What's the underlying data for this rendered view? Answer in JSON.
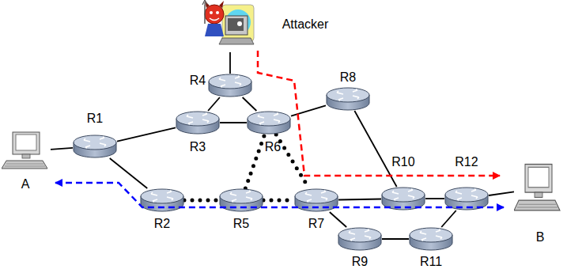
{
  "diagram": {
    "nodes": [
      {
        "text": [
          "Attacker"
        ]
      },
      {
        "text": [
          "R4"
        ]
      },
      {
        "text": [
          "R8"
        ]
      },
      {
        "text": [
          "R3"
        ]
      },
      {
        "text": [
          "R6"
        ]
      },
      {
        "text": [
          "A"
        ]
      },
      {
        "text": [
          "R1"
        ]
      },
      {
        "text": [
          "R10"
        ]
      },
      {
        "text": [
          "R12"
        ]
      },
      {
        "text": [
          "B"
        ]
      },
      {
        "text": [
          "R2"
        ]
      },
      {
        "text": [
          "R5"
        ]
      },
      {
        "text": [
          "R7"
        ]
      },
      {
        "text": [
          "R9"
        ]
      },
      {
        "text": [
          "R11"
        ]
      }
    ],
    "edges": [
      {
        "from": 5,
        "to": 6,
        "arrow": "none"
      },
      {
        "from": 6,
        "to": 3,
        "arrow": "none"
      },
      {
        "from": 6,
        "to": 10,
        "arrow": "none"
      },
      {
        "from": 3,
        "to": 1,
        "arrow": "none"
      },
      {
        "from": 1,
        "to": 4,
        "arrow": "none"
      },
      {
        "from": 3,
        "to": 4,
        "arrow": "none"
      },
      {
        "from": 0,
        "to": 1,
        "arrow": "none"
      },
      {
        "from": 4,
        "to": 2,
        "arrow": "none"
      },
      {
        "from": 2,
        "to": 7,
        "arrow": "none"
      },
      {
        "from": 10,
        "to": 11,
        "arrow": "none"
      },
      {
        "from": 11,
        "to": 12,
        "arrow": "none"
      },
      {
        "from": 11,
        "to": 4,
        "arrow": "none"
      },
      {
        "from": 4,
        "to": 12,
        "arrow": "none"
      },
      {
        "from": 12,
        "to": 7,
        "arrow": "none"
      },
      {
        "from": 7,
        "to": 8,
        "arrow": "none"
      },
      {
        "from": 8,
        "to": 9,
        "arrow": "none"
      },
      {
        "from": 12,
        "to": 13,
        "arrow": "none"
      },
      {
        "from": 13,
        "to": 14,
        "arrow": "none"
      },
      {
        "from": 14,
        "to": 8,
        "arrow": "none"
      }
    ]
  }
}
